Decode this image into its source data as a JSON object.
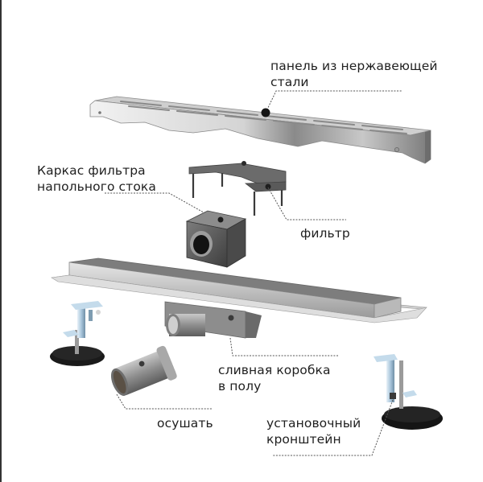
{
  "diagram": {
    "type": "exploded-product-diagram",
    "subject": "linear shower floor drain",
    "colors": {
      "background": "#ffffff",
      "text": "#1f1f1f",
      "leader_line": "#555555",
      "steel_light": "#d9d9d9",
      "steel_mid": "#a8a8a8",
      "steel_dark": "#6e6e6e",
      "plastic_dark": "#3a3a3a",
      "foot_black": "#1a1a1a",
      "zinc_blue": "#b9d3e6"
    },
    "labels": {
      "panel": {
        "line1": "панель из нержавеющей",
        "line2": "стали"
      },
      "filter_frame": {
        "line1": "Каркас фильтра",
        "line2": "напольного стока"
      },
      "filter": {
        "line1": "фильтр"
      },
      "drain_box": {
        "line1": "сливная коробка",
        "line2": "в полу"
      },
      "dryer": {
        "line1": "осушать"
      },
      "bracket": {
        "line1": "установочный",
        "line2": "кронштейн"
      }
    },
    "parts": [
      {
        "id": "panel",
        "name": "stainless steel grate panel"
      },
      {
        "id": "filter_frame",
        "name": "floor drain filter frame"
      },
      {
        "id": "filter",
        "name": "filter box"
      },
      {
        "id": "channel",
        "name": "drain channel with floor box"
      },
      {
        "id": "dryer",
        "name": "dry seal tube"
      },
      {
        "id": "bracket_left",
        "name": "mounting bracket"
      },
      {
        "id": "bracket_right",
        "name": "mounting bracket"
      }
    ]
  }
}
